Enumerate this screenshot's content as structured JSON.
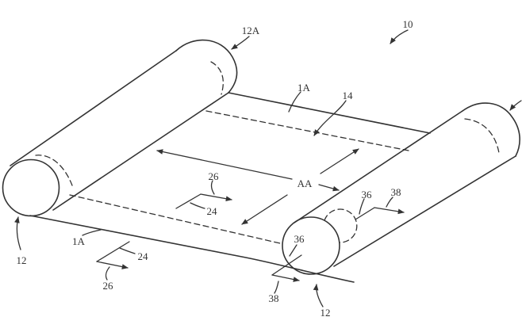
{
  "figure": {
    "colors": {
      "line": "#333333",
      "background": "#ffffff"
    },
    "reference_labels": [
      {
        "id": "12A-top-roller-end",
        "text": "12A"
      },
      {
        "id": "10-assembly",
        "text": "10"
      },
      {
        "id": "1A-section-top",
        "text": "1A"
      },
      {
        "id": "14-display",
        "text": "14"
      },
      {
        "id": "AA-diagonal-dimension",
        "text": "AA"
      },
      {
        "id": "26-axis-upper",
        "text": "26"
      },
      {
        "id": "24-axis-upper",
        "text": "24"
      },
      {
        "id": "24-axis-lower",
        "text": "24"
      },
      {
        "id": "26-axis-lower",
        "text": "26"
      },
      {
        "id": "1A-section-bottom",
        "text": "1A"
      },
      {
        "id": "12-left-roller",
        "text": "12"
      },
      {
        "id": "36-axis-upper-right",
        "text": "36"
      },
      {
        "id": "38-axis-upper-right",
        "text": "38"
      },
      {
        "id": "36-axis-lower-right",
        "text": "36"
      },
      {
        "id": "38-axis-lower-right",
        "text": "38"
      },
      {
        "id": "12-right-roller",
        "text": "12"
      }
    ]
  }
}
